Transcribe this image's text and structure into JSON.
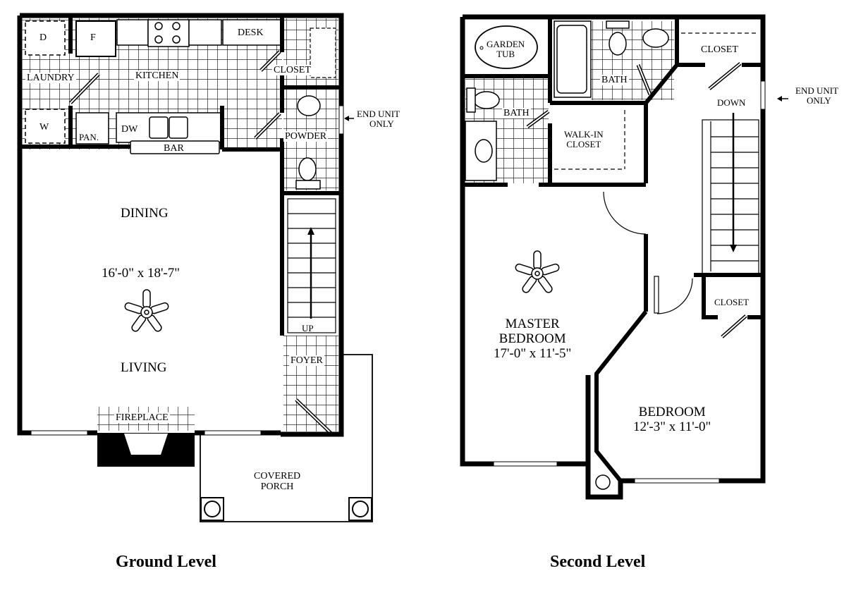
{
  "ground_level": {
    "caption": "Ground Level",
    "rooms": {
      "laundry": "LAUNDRY",
      "dryer": "D",
      "washer": "W",
      "fridge": "F",
      "kitchen": "KITCHEN",
      "desk": "DESK",
      "closet": "CLOSET",
      "pantry": "PAN.",
      "dishwasher": "DW",
      "bar": "BAR",
      "powder": "POWDER",
      "dining": "DINING",
      "dining_living_size": "16'-0\" x 18'-7\"",
      "living": "LIVING",
      "fireplace": "FIREPLACE",
      "up": "UP",
      "foyer": "FOYER",
      "covered_porch_line1": "COVERED",
      "covered_porch_line2": "PORCH"
    },
    "end_unit_note_line1": "END UNIT",
    "end_unit_note_line2": "ONLY"
  },
  "second_level": {
    "caption": "Second Level",
    "rooms": {
      "garden_tub_line1": "GARDEN",
      "garden_tub_line2": "TUB",
      "bath_upper": "BATH",
      "bath_master": "BATH",
      "closet_top": "CLOSET",
      "down": "DOWN",
      "walk_in_line1": "WALK-IN",
      "walk_in_line2": "CLOSET",
      "master_line1": "MASTER",
      "master_line2": "BEDROOM",
      "master_size": "17'-0\" x 11'-5\"",
      "closet_bedroom": "CLOSET",
      "bedroom": "BEDROOM",
      "bedroom_size": "12'-3\" x 11'-0\""
    },
    "end_unit_note_line1": "END UNIT",
    "end_unit_note_line2": "ONLY"
  }
}
